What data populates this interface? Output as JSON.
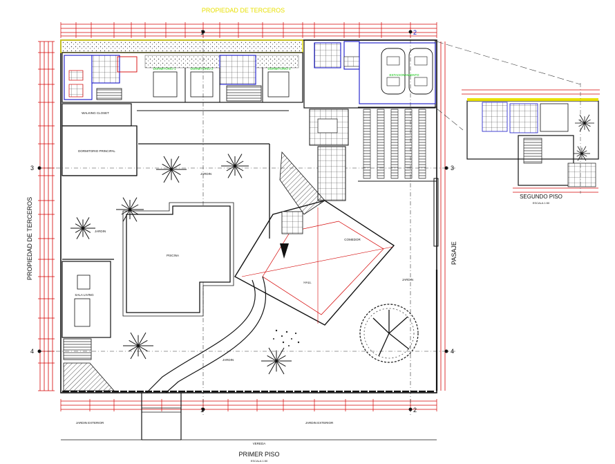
{
  "header": {
    "top_neighbor": "PROPIEDAD DE TERCEROS"
  },
  "side_labels": {
    "left": "PROPIEDAD DE TERCEROS",
    "right": "PASAJE"
  },
  "titles": {
    "first_floor": "PRIMER PISO",
    "first_floor_scale": "ESCALA 1:50",
    "second_floor": "SEGUNDO PISO",
    "second_floor_scale": "ESCALA 1:50"
  },
  "axes": {
    "one": "1",
    "two": "2",
    "three": "3",
    "four": "4"
  },
  "rooms": {
    "walking_closet": "WALKING CLOSET",
    "master_bedroom": "DORMITORIO PRINCIPAL",
    "garden_west": "JARDIN",
    "pool": "PISCINA",
    "living": "SALA LIVING",
    "garden_south": "JARDIN",
    "garden_east": "JARDIN",
    "hall": "HALL",
    "dining": "COMEDOR",
    "garage": "ESTACIONAMIENTO",
    "garden_north": "JARDIN",
    "outer_garden_left": "JARDIN EXTERIOR",
    "outer_garden_right": "JARDIN EXTERIOR",
    "sidewalk": "VEREDA",
    "bedroom_1": "DORMITORIO 1",
    "bedroom_2": "DORMITORIO 2",
    "bedroom_3": "DORMITORIO 3"
  },
  "colors": {
    "wall": "#111111",
    "dimension": "#d40000",
    "accent_blue": "#1414c8",
    "label_green": "#00c000",
    "header_yellow": "#e8e000"
  }
}
